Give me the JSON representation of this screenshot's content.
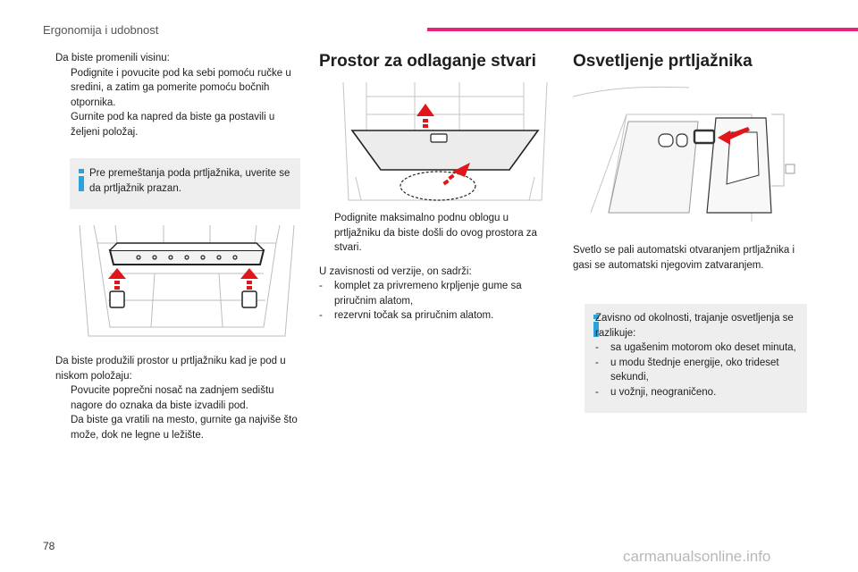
{
  "header": {
    "title": "Ergonomija i udobnost"
  },
  "page_number": "78",
  "watermark": "carmanualsonline.info",
  "left_col": {
    "intro": "Da biste promenili visinu:",
    "steps": [
      "Podignite i povucite pod ka sebi pomoću ručke u sredini, a zatim ga pomerite pomoću bočnih otpornika.",
      "Gurnite pod ka napred da biste ga postavili u željeni položaj."
    ],
    "note": "Pre premeštanja poda prtljažnika, uverite se da prtljažnik prazan.",
    "intro2": "Da biste produžili prostor u prtljažniku kad je pod u niskom položaju:",
    "steps2": [
      "Povucite poprečni nosač na zadnjem sedištu nagore do oznaka da biste izvadili pod.",
      "Da biste ga vratili na mesto, gurnite ga najviše što može, dok ne legne u ležište."
    ]
  },
  "mid_col": {
    "title": "Prostor za odlaganje stvari",
    "step": "Podignite maksimalno podnu oblogu u prtljažniku da biste došli do ovog prostora za stvari.",
    "intro": "U zavisnosti od verzije, on sadrži:",
    "items": [
      "komplet za privremeno krpljenje gume sa priručnim alatom,",
      "rezervni točak sa priručnim alatom."
    ]
  },
  "right_col": {
    "title": "Osvetljenje prtljažnika",
    "text": "Svetlo se pali automatski otvaranjem prtljažnika i gasi se automatski njegovim zatvaranjem.",
    "note_intro": "Zavisno od okolnosti, trajanje osvetljenja se razlikuje:",
    "note_items": [
      "sa ugašenim motorom oko deset minuta,",
      "u modu štednje energije, oko trideset sekundi,",
      "u vožnji, neograničeno."
    ]
  },
  "glyphs": {
    "step": "",
    "dash": "-"
  },
  "colors": {
    "accent": "#e8237b",
    "info": "#2aa2dc",
    "arrow": "#e0161b"
  }
}
